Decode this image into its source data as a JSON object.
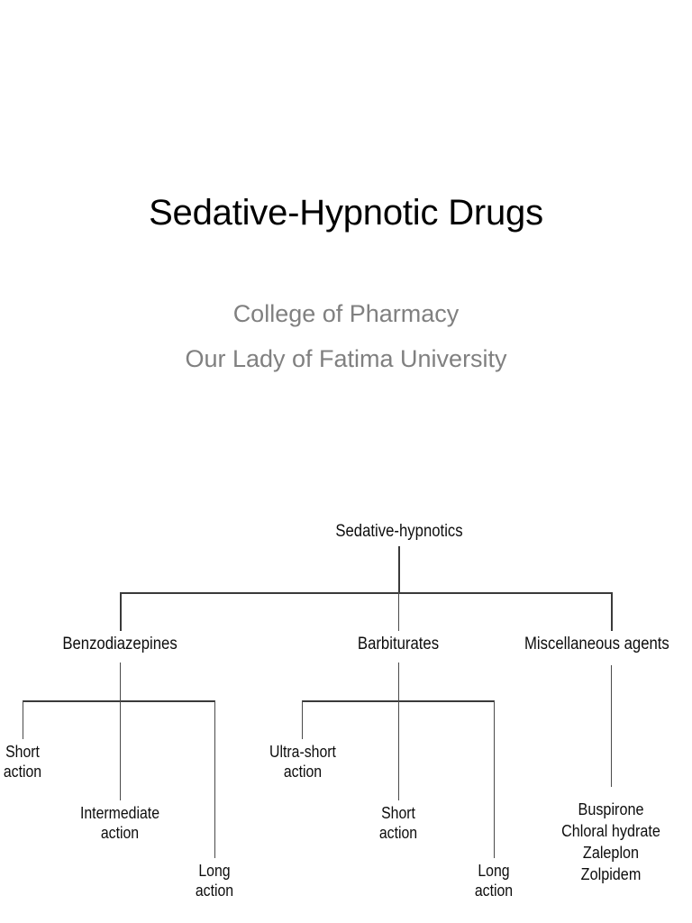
{
  "slide": {
    "title": "Sedative-Hypnotic Drugs",
    "subtitle_line_1": "College of Pharmacy",
    "subtitle_line_2": "Our Lady of Fatima University",
    "title_color": "#000000",
    "subtitle_color": "#808080",
    "background_color": "#ffffff"
  },
  "diagram": {
    "line_color": "#3a3a3a",
    "text_color": "#0d0d0d",
    "root": {
      "label": "Sedative-hypnotics"
    },
    "categories": [
      {
        "label": "Benzodiazepines",
        "children": [
          {
            "line_1": "Short",
            "line_2": "action"
          },
          {
            "line_1": "Intermediate",
            "line_2": "action"
          },
          {
            "line_1": "Long",
            "line_2": "action"
          }
        ]
      },
      {
        "label": "Barbiturates",
        "children": [
          {
            "line_1": "Ultra-short",
            "line_2": "action"
          },
          {
            "line_1": "Short",
            "line_2": "action"
          },
          {
            "line_1": "Long",
            "line_2": "action"
          }
        ]
      },
      {
        "label": "Miscellaneous agents",
        "agents": [
          "Buspirone",
          "Chloral hydrate",
          "Zaleplon",
          "Zolpidem"
        ]
      }
    ]
  }
}
